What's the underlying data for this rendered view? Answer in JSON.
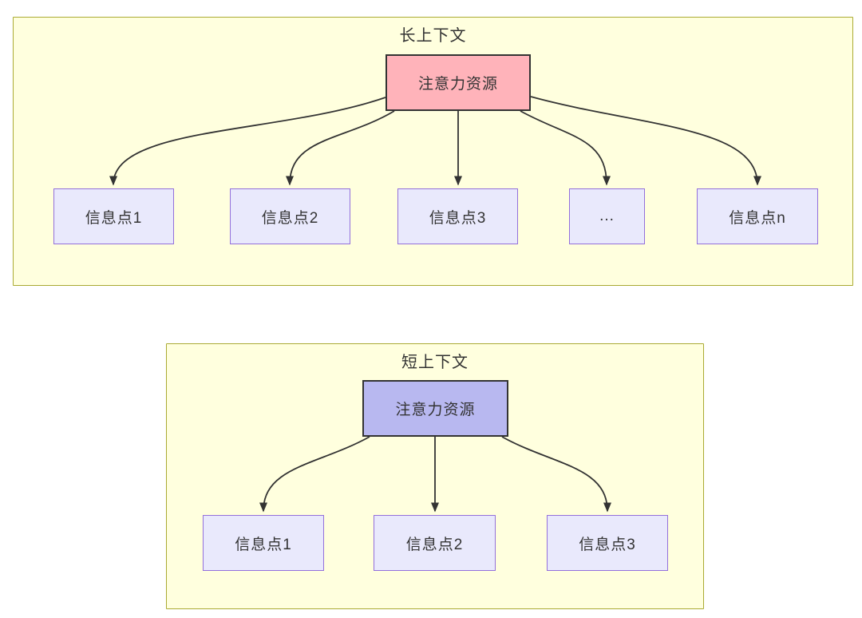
{
  "colors": {
    "cluster_fill": "#ffffde",
    "cluster_border": "#aaaa33",
    "node_fill": "#e9e9fc",
    "node_border": "#9370db",
    "attention_long_fill": "#ffb3ba",
    "attention_short_fill": "#b8b8f0",
    "attention_border": "#333333",
    "arrow": "#333333",
    "text": "#333333",
    "page_bg": "#ffffff"
  },
  "long_context": {
    "title": "长上下文",
    "attention_label": "注意力资源",
    "info_points": [
      {
        "label": "信息点1"
      },
      {
        "label": "信息点2"
      },
      {
        "label": "信息点3"
      },
      {
        "label": "..."
      },
      {
        "label": "信息点n"
      }
    ]
  },
  "short_context": {
    "title": "短上下文",
    "attention_label": "注意力资源",
    "info_points": [
      {
        "label": "信息点1"
      },
      {
        "label": "信息点2"
      },
      {
        "label": "信息点3"
      }
    ]
  }
}
